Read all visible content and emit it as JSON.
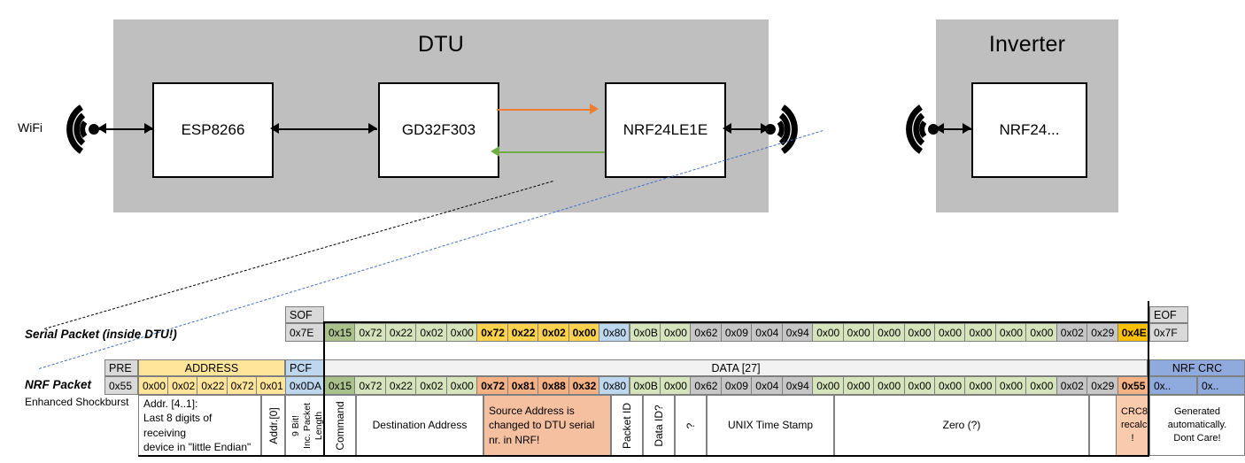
{
  "diagram": {
    "enclosures": [
      {
        "name": "dtu",
        "title": "DTU"
      },
      {
        "name": "inverter",
        "title": "Inverter"
      }
    ],
    "chips": [
      {
        "name": "esp8266",
        "label": "ESP8266"
      },
      {
        "name": "gd32f303",
        "label": "GD32F303"
      },
      {
        "name": "nrf24le1e",
        "label": "NRF24LE1E"
      },
      {
        "name": "nrf24",
        "label": "NRF24..."
      }
    ],
    "wifi_label": "WiFi",
    "arrow_colors": {
      "orange": "#ED7D31",
      "green": "#70AD47",
      "black": "#000000"
    },
    "leader_colors": {
      "serial": "#000000",
      "nrf": "#4472C4"
    }
  },
  "serial_packet": {
    "label": "Serial Packet (inside DTU!)",
    "headers": {
      "sof": "SOF",
      "eof": "EOF"
    },
    "sof_value": "0x7E",
    "eof_value": "0x7F",
    "bytes": [
      "0x15",
      "0x72",
      "0x22",
      "0x02",
      "0x00",
      "0x72",
      "0x22",
      "0x02",
      "0x00",
      "0x80",
      "0x0B",
      "0x00",
      "0x62",
      "0x09",
      "0x04",
      "0x94",
      "0x00",
      "0x00",
      "0x00",
      "0x00",
      "0x00",
      "0x00",
      "0x00",
      "0x00",
      "0x02",
      "0x29",
      "0x4E"
    ],
    "styles": [
      "green",
      "green",
      "green",
      "green",
      "green",
      "gold",
      "gold",
      "gold",
      "gold",
      "blue",
      "green",
      "green",
      "grey",
      "grey",
      "grey",
      "grey",
      "green",
      "green",
      "green",
      "green",
      "green",
      "green",
      "green",
      "green",
      "grey",
      "grey",
      "gold-b"
    ]
  },
  "nrf_packet": {
    "label": "NRF Packet",
    "sublabel": "Enhanced Shockburst",
    "headers": {
      "pre": "PRE",
      "address": "ADDRESS",
      "pcf": "PCF",
      "data": "DATA [27]",
      "crc": "NRF CRC"
    },
    "pre_value": "0x55",
    "address_values": [
      "0x00",
      "0x02",
      "0x22",
      "0x72",
      "0x01"
    ],
    "pcf_value": "0x0DA",
    "bytes": [
      "0x15",
      "0x72",
      "0x22",
      "0x02",
      "0x00",
      "0x72",
      "0x81",
      "0x88",
      "0x32",
      "0x80",
      "0x0B",
      "0x00",
      "0x62",
      "0x09",
      "0x04",
      "0x94",
      "0x00",
      "0x00",
      "0x00",
      "0x00",
      "0x00",
      "0x00",
      "0x00",
      "0x00",
      "0x02",
      "0x29",
      "0x55"
    ],
    "styles": [
      "green",
      "green",
      "green",
      "green",
      "green",
      "salmon",
      "salmon",
      "salmon",
      "salmon",
      "blue",
      "green",
      "green",
      "grey",
      "grey",
      "grey",
      "grey",
      "green",
      "green",
      "green",
      "green",
      "green",
      "green",
      "green",
      "green",
      "grey",
      "grey",
      "salmon-b"
    ],
    "crc_values": [
      "0x..",
      "0x.."
    ],
    "descriptions": {
      "address": "Addr. [4..1]:\nLast 8 digits of receiving\ndevice in \"little Endian\"",
      "addr0": "Addr.[0]",
      "pcf": "9 Bit!\nInc. Packet\nLength",
      "command": "Command",
      "destination": "Destination Address",
      "source": "Source Address is\nchanged to DTU serial\nnr. in NRF!",
      "packet_id": "Packet ID",
      "data_id": "Data ID?",
      "unknown1": "?",
      "timestamp": "UNIX Time Stamp",
      "zero": "Zero (?)",
      "unknown2": "?",
      "crc8": "CRC8\nrecalc.\n!",
      "crc_note": "Generated\nautomatically.\nDont Care!"
    },
    "pcf_sub_labels": {
      "bits": "9 Bit!",
      "inc": "Inc. Packet",
      "len": "Length"
    }
  },
  "palette": {
    "green": "#D6E4BC",
    "green_first": "#A9C18A",
    "gold": "#FFD24D",
    "gold_dark": "#FFC000",
    "blue": "#BDD7EE",
    "blue_hdr": "#8FAADC",
    "grey": "#C6C6C6",
    "grey_hdr": "#D9D9D9",
    "salmon": "#F4B183",
    "salmon_light": "#FBD5B5",
    "address_gold": "#FFE599",
    "enclosure": "#BFBFBF",
    "header_grey": "#F2F2F2"
  }
}
